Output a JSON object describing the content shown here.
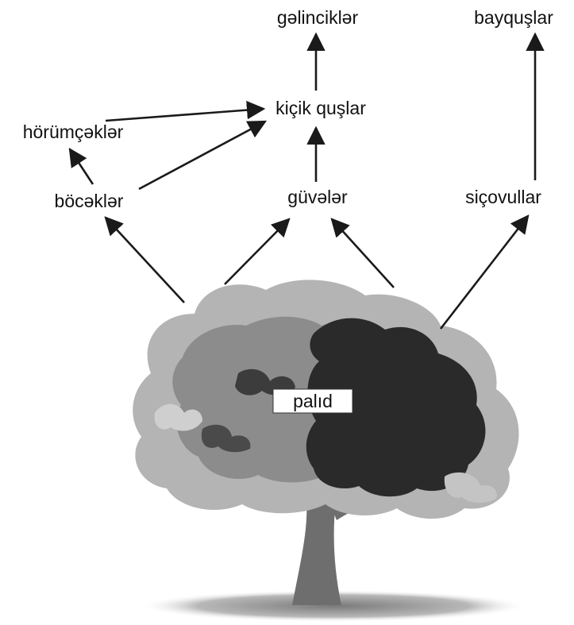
{
  "nodes": {
    "weasels": "gəlinciklər",
    "owls": "bayquşlar",
    "small_birds": "kiçik quşlar",
    "spiders": "hörümçəklər",
    "insects": "böcəklər",
    "moths": "güvələr",
    "rats": "siçovullar",
    "oak": "palıd"
  },
  "colors": {
    "arrow": "#1a1a1a",
    "canopy_light": "#b4b4b4",
    "canopy_mid": "#8c8c8c",
    "canopy_dark": "#2a2a2a",
    "trunk": "#6e6e6e",
    "ground_shadow": "#9a9a9a"
  },
  "edges": [
    {
      "from": "oak",
      "to": "insects"
    },
    {
      "from": "oak",
      "to": "moths"
    },
    {
      "from": "oak",
      "to": "rats"
    },
    {
      "from": "insects",
      "to": "spiders"
    },
    {
      "from": "insects",
      "to": "small_birds"
    },
    {
      "from": "spiders",
      "to": "small_birds"
    },
    {
      "from": "moths",
      "to": "small_birds"
    },
    {
      "from": "small_birds",
      "to": "weasels"
    },
    {
      "from": "rats",
      "to": "owls"
    }
  ]
}
